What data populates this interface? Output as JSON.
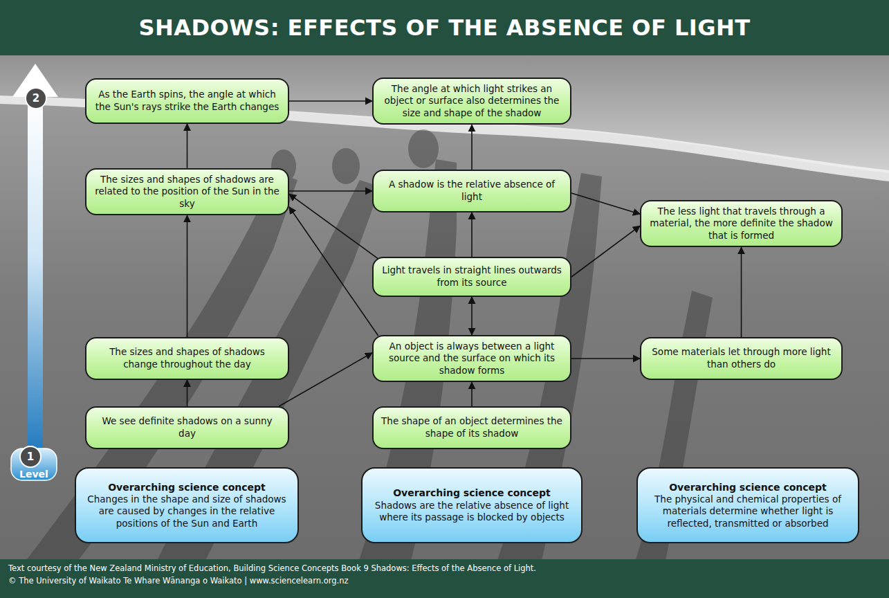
{
  "diagram": {
    "title": "SHADOWS: EFFECTS OF THE ABSENCE OF LIGHT",
    "caption": "Text courtesy of the New Zealand Ministry of Education, Building Science Concepts Book 9 Shadows: Effects of the Absence of Light.",
    "nodes": [
      {
        "text": [
          "As the Earth spins, the angle at which the Sun's rays strike the Earth changes"
        ]
      },
      {
        "text": [
          "The angle at which light strikes an object or surface also determines the size and shape of the shadow"
        ]
      },
      {
        "text": [
          "The sizes and shapes of shadows are related to the position of the Sun in the sky"
        ]
      },
      {
        "text": [
          "A shadow is the relative absence of light"
        ]
      },
      {
        "text": [
          "The less light that travels through a material, the more definite the shadow that is formed"
        ]
      },
      {
        "text": [
          "Light travels in straight lines outwards from its source"
        ]
      },
      {
        "text": [
          "The sizes and shapes of shadows change throughout the day"
        ]
      },
      {
        "text": [
          "An object is always between a light source and the surface on which its shadow forms"
        ]
      },
      {
        "text": [
          "Some materials let through more light than others do"
        ]
      },
      {
        "text": [
          "We see definite shadows on a sunny day"
        ]
      },
      {
        "text": [
          "The shape of an object determines the shape of its shadow"
        ]
      },
      {
        "text": [
          "Overarching science concept",
          "Changes in the shape and size of shadows are caused by changes in the relative positions of the Sun and Earth"
        ]
      },
      {
        "text": [
          "Overarching science concept",
          "Shadows are the relative absence of light where its passage is blocked by objects"
        ]
      },
      {
        "text": [
          "Overarching science concept",
          "The physical and chemical properties of materials determine whether light is reflected, transmitted or absorbed"
        ]
      }
    ],
    "edges": [
      {
        "from": 0,
        "to": 1,
        "arrow": "to"
      },
      {
        "from": 2,
        "to": 0,
        "arrow": "to"
      },
      {
        "from": 2,
        "to": 3,
        "arrow": "to"
      },
      {
        "from": 3,
        "to": 1,
        "arrow": "to"
      },
      {
        "from": 3,
        "to": 4,
        "arrow": "to"
      },
      {
        "from": 5,
        "to": 3,
        "arrow": "to"
      },
      {
        "from": 5,
        "to": 2,
        "arrow": "to"
      },
      {
        "from": 5,
        "to": 4,
        "arrow": "to"
      },
      {
        "from": 5,
        "to": 7,
        "arrow": "both"
      },
      {
        "from": 6,
        "to": 2,
        "arrow": "to"
      },
      {
        "from": 7,
        "to": 2,
        "arrow": "to"
      },
      {
        "from": 7,
        "to": 8,
        "arrow": "to"
      },
      {
        "from": 8,
        "to": 4,
        "arrow": "to"
      },
      {
        "from": 9,
        "to": 6,
        "arrow": "to"
      },
      {
        "from": 9,
        "to": 7,
        "arrow": "to"
      },
      {
        "from": 10,
        "to": 7,
        "arrow": "to"
      }
    ],
    "labels": [
      "2",
      "1",
      "Level",
      "© The University of Waikato Te Whare Wānanga o Waikato | www.sciencelearn.org.nz"
    ]
  }
}
